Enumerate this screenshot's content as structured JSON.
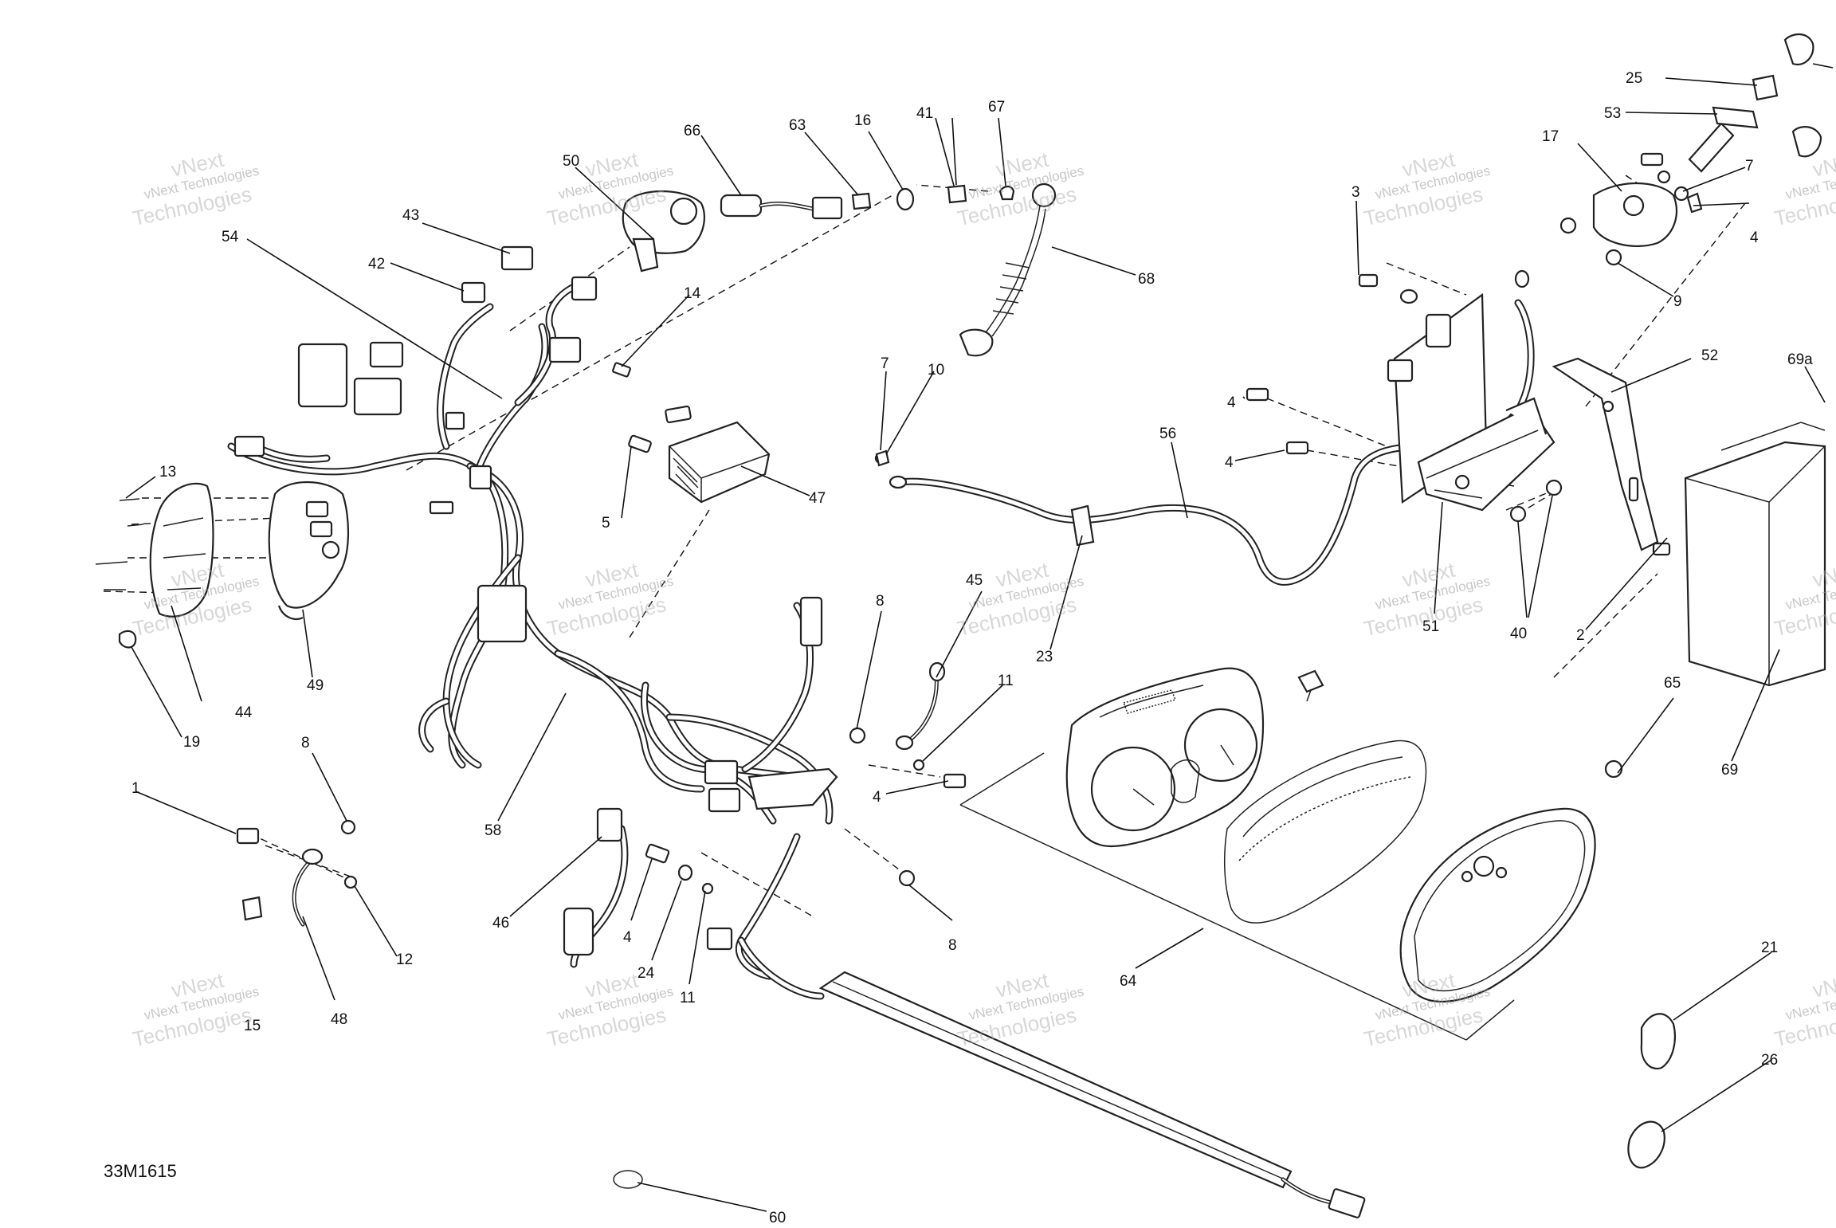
{
  "drawing": {
    "code": "33M1615",
    "watermark_line1": "vNext Technologies",
    "watermark_line2": "vNext",
    "watermark_line3": "Technologies"
  },
  "callouts": {
    "c1": "1",
    "c2": "2",
    "c3": "3",
    "c4a": "4",
    "c4b": "4",
    "c4c": "4",
    "c4d": "4",
    "c4e": "4",
    "c5": "5",
    "c7a": "7",
    "c7b": "7",
    "c8a": "8",
    "c8b": "8",
    "c8c": "8",
    "c9": "9",
    "c10": "10",
    "c11a": "11",
    "c11b": "11",
    "c12": "12",
    "c13": "13",
    "c14": "14",
    "c15": "15",
    "c16": "16",
    "c17": "17",
    "c19": "19",
    "c21": "21",
    "c23": "23",
    "c24": "24",
    "c25": "25",
    "c26": "26",
    "c40": "40",
    "c41": "41",
    "c42": "42",
    "c43": "43",
    "c44": "44",
    "c45": "45",
    "c46": "46",
    "c47": "47",
    "c48": "48",
    "c49": "49",
    "c50": "50",
    "c51": "51",
    "c52": "52",
    "c53": "53",
    "c54": "54",
    "c56": "56",
    "c58": "58",
    "c60": "60",
    "c63": "63",
    "c64": "64",
    "c65": "65",
    "c66": "66",
    "c67": "67",
    "c68": "68",
    "c69": "69",
    "c69a": "69a"
  }
}
